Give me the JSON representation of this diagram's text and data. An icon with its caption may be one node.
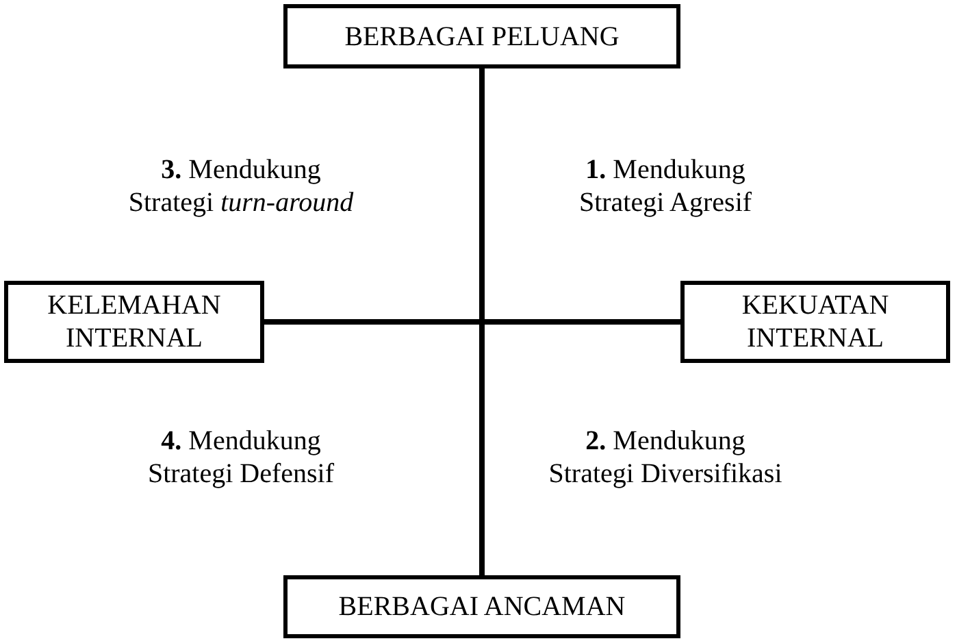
{
  "diagram": {
    "nodes": [
      {
        "text": [
          "BERBAGAI PELUANG"
        ]
      },
      {
        "text": [
          "KELEMAHAN INTERNAL"
        ]
      },
      {
        "text": [
          "KEKUATAN INTERNAL"
        ]
      },
      {
        "text": [
          "BERBAGAI ANCAMAN"
        ]
      }
    ],
    "edges": [
      {
        "from": 0,
        "to": 3,
        "arrow": "none"
      },
      {
        "from": 1,
        "to": 2,
        "arrow": "none"
      }
    ],
    "labels": [
      "**3.** Mendukung Strategi *turn-around*",
      "**1.** Mendukung Strategi Agresif",
      "**4.** Mendukung Strategi Defensif",
      "**2.** Mendukung Strategi Diversifikasi"
    ]
  }
}
